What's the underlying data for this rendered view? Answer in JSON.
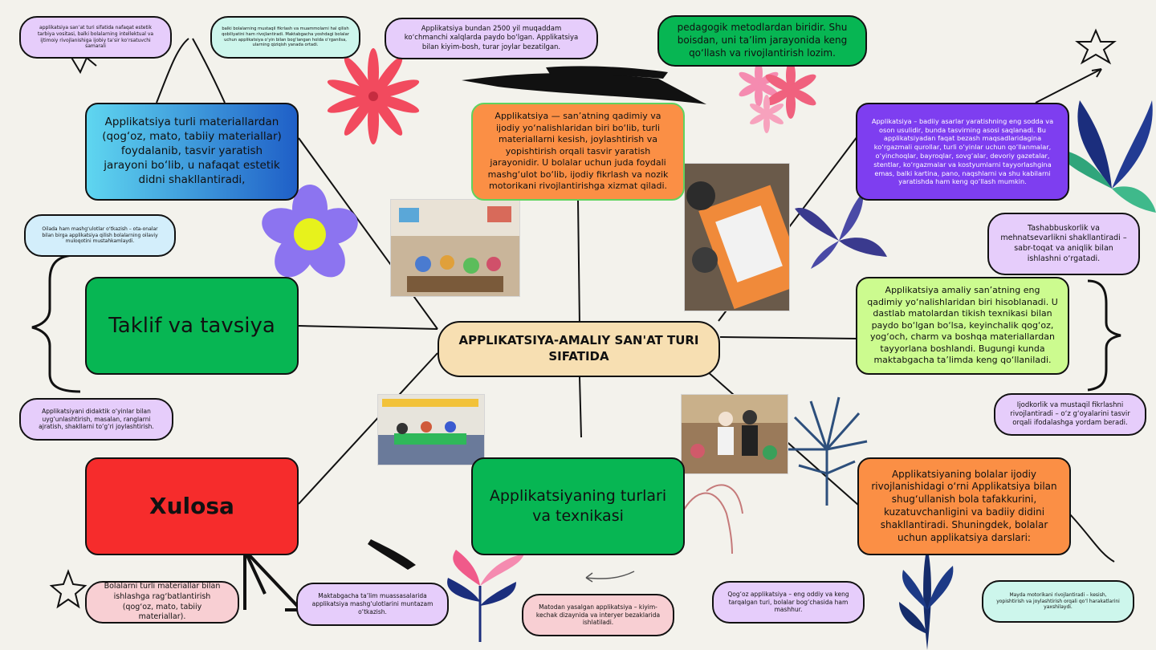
{
  "center_title": "APPLIKATSIYA-AMALIY SAN'AT TURI SIFATIDA",
  "nodes": {
    "top_left_bubble": "applikatsiya san’at turi sifatida nafaqat estetik tarbiya vositasi, balki bolalarning intellektual va ijtimoiy rivojlanishiga ijobiy ta’sir ko‘rsatuvchi samarali",
    "top_mint_bubble": "balki bolalarning mustaqil fikrlash va muammolarni hal qilish qobiliyatini ham rivojlantiradi. Maktabgacha yoshdagi bolalar uchun applikatsiya o‘yin bilan bog‘langan holda o‘rganilsa, ularning qiziqish yanada ortadi.",
    "history_bubble": "Applikatsiya bundan 2500 yil muqaddam ko‘chmanchi xalqlarda paydo bo‘lgan. Applikatsiya bilan kiyim-bosh, turar joylar bezatilgan.",
    "pedagogic_bubble": "pedagogik metodlardan biridir. Shu boisdan, uni ta’lim jarayonida keng qo‘llash va rivojlantirish lozim.",
    "materials_box": "Applikatsiya turli materiallardan (qog‘oz, mato, tabiiy materiallar) foydalanib, tasvir yaratish jarayoni bo‘lib, u nafaqat estetik didni shakllantiradi,",
    "definition_box": "Applikatsiya — san’atning qadimiy va ijodiy yo‘nalishlaridan biri bo‘lib, turli materiallarni kesish, joylashtirish va yopishtirish orqali tasvir yaratish jarayonidir. U bolalar uchun juda foydali mashg‘ulot bo‘lib, ijodiy fikrlash va nozik motorikani rivojlantirishga xizmat qiladi.",
    "violet_box": "Applikatsiya – badiiy asarlar yaratishning eng sodda va oson usulidir, bunda tasvirning asosi saqlanadi. Bu applikatsiyadan faqat bezash maqsadlaridagina ko‘rgazmali qurollar, turli o‘yinlar uchun qo‘llanmalar, o‘yinchoqlar, bayroqlar, sovg‘alar, devoriy gazetalar, stentlar, ko‘rgazmalar va kostyumlarni tayyorlashgina emas, balki kartina, pano, naqshlarni va shu kabilarni yaratishda ham keng qo‘llash mumkin.",
    "family_bubble": "Oilada ham mashg‘ulotlar o‘tkazish – ota-onalar bilan birga applikatsiya qilish bolalarning oilaviy muloqotini mustahkamlaydi.",
    "taklif_box": "Taklif va tavsiya",
    "didactic_bubble": "Applikatsiyani didaktik o‘yinlar bilan uyg‘unlashtirish, masalan, ranglarni ajratish, shakllarni to‘g‘ri joylashtirish.",
    "initiative_bubble": "Tashabbuskorlik va mehnatsevarlikni shakllantiradi – sabr-toqat va aniqlik bilan ishlashni o‘rgatadi.",
    "oldest_box": "Applikatsiya amaliy san’atning eng qadimiy yo‘nalishlaridan biri hisoblanadi. U dastlab matolardan tikish texnikasi bilan paydo bo‘lgan bo‘lsa, keyinchalik qog‘oz, yog‘och, charm va boshqa materiallardan tayyorlana boshlandi. Bugungi kunda maktabgacha ta’limda keng qo‘llaniladi.",
    "creativity_bubble": "Ijodkorlik va mustaqil fikrlashni rivojlantiradi – o‘z g‘oyalarini tasvir orqali ifodalashga yordam beradi.",
    "xulosa_box": "Xulosa",
    "types_box": "Applikatsiyaning turlari va texnikasi",
    "role_box": "Applikatsiyaning bolalar ijodiy rivojlanishidagi o‘rni Applikatsiya bilan shug‘ullanish bola tafakkurini, kuzatuvchanligini va badiiy didini shakllantiradi. Shuningdek, bolalar uchun applikatsiya darslari:",
    "teach_bubble": "Bolalarni turli materiallar bilan ishlashga rag‘batlantirish (qog‘oz, mato, tabiiy materiallar).",
    "kindergarten_bubble": "Maktabgacha ta’lim muassasalarida applikatsiya mashg‘ulotlarini muntazam o‘tkazish.",
    "fabric_bubble": "Matodan yasalgan applikatsiya – kiyim-kechak dizaynida va interyer bezaklarida ishlatiladi.",
    "paper_bubble": "Qog‘oz applikatsiya – eng oddiy va keng tarqalgan turi, bolalar bog‘chasida ham mashhur.",
    "motor_bubble": "Mayda motorikani rivojlantiradi – kesish, yopishtirish va joylashtirish orqali qo‘l harakatlarini yaxshilaydi."
  },
  "colors": {
    "background": "#f3f2ec",
    "lavender": "#e6cdfb",
    "mint": "#cdf6ec",
    "green": "#07b653",
    "orange": "#fb8f45",
    "red": "#f62c2c",
    "violet": "#7e3ef0",
    "light_green": "#ccfb8f",
    "center": "#f7dfb2"
  },
  "decorations": [
    "red-flower-icon",
    "pink-flowers-icon",
    "purple-flower-icon",
    "navy-plant-icon",
    "star-icon",
    "palm-icon",
    "pink-plant-icon"
  ]
}
